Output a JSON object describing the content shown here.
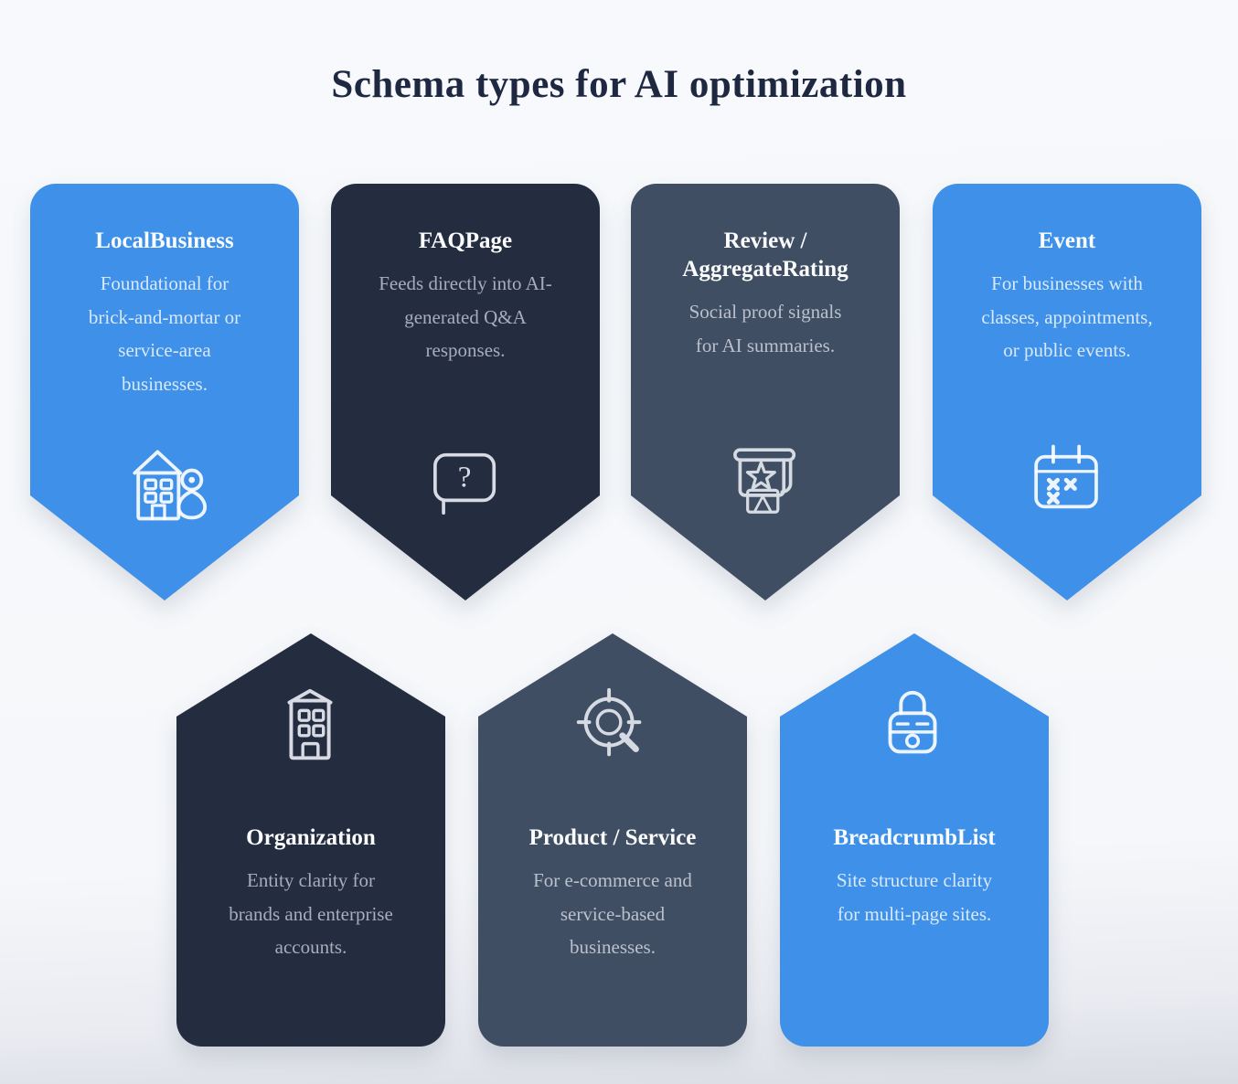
{
  "title": "Schema types for AI optimization",
  "theme": {
    "blue": "#3e90e9",
    "navy": "#242c3f",
    "slate": "#404e63",
    "background": "#f5f7fa",
    "title_color": "#1e2840"
  },
  "icons": {
    "localbusiness": "building-person-icon",
    "faqpage": "question-bubble-icon",
    "review": "certificate-star-icon",
    "event": "calendar-x-icon",
    "organization": "organization-building-icon",
    "product": "target-search-icon",
    "breadcrumblist": "padlock-icon"
  },
  "question_glyph": "?",
  "cards": [
    {
      "title": "LocalBusiness",
      "description": "Foundational for\nbrick-and-mortar or\nservice-area\nbusinesses.",
      "variant": "blue",
      "row": "top"
    },
    {
      "title": "FAQPage",
      "description": "Feeds directly into AI-\ngenerated Q&A\nresponses.",
      "variant": "navy",
      "row": "top"
    },
    {
      "title": "Review /\nAggregateRating",
      "description": "Social proof signals\nfor AI summaries.",
      "variant": "slate",
      "row": "top"
    },
    {
      "title": "Event",
      "description": "For businesses with\nclasses, appointments,\nor public events.",
      "variant": "blue",
      "row": "top"
    },
    {
      "title": "Organization",
      "description": "Entity clarity for\nbrands and enterprise\naccounts.",
      "variant": "navy",
      "row": "bottom"
    },
    {
      "title": "Product / Service",
      "description": "For e-commerce and\nservice-based\nbusinesses.",
      "variant": "slate",
      "row": "bottom"
    },
    {
      "title": "BreadcrumbList",
      "description": "Site structure clarity\nfor multi-page sites.",
      "variant": "blue",
      "row": "bottom"
    }
  ]
}
